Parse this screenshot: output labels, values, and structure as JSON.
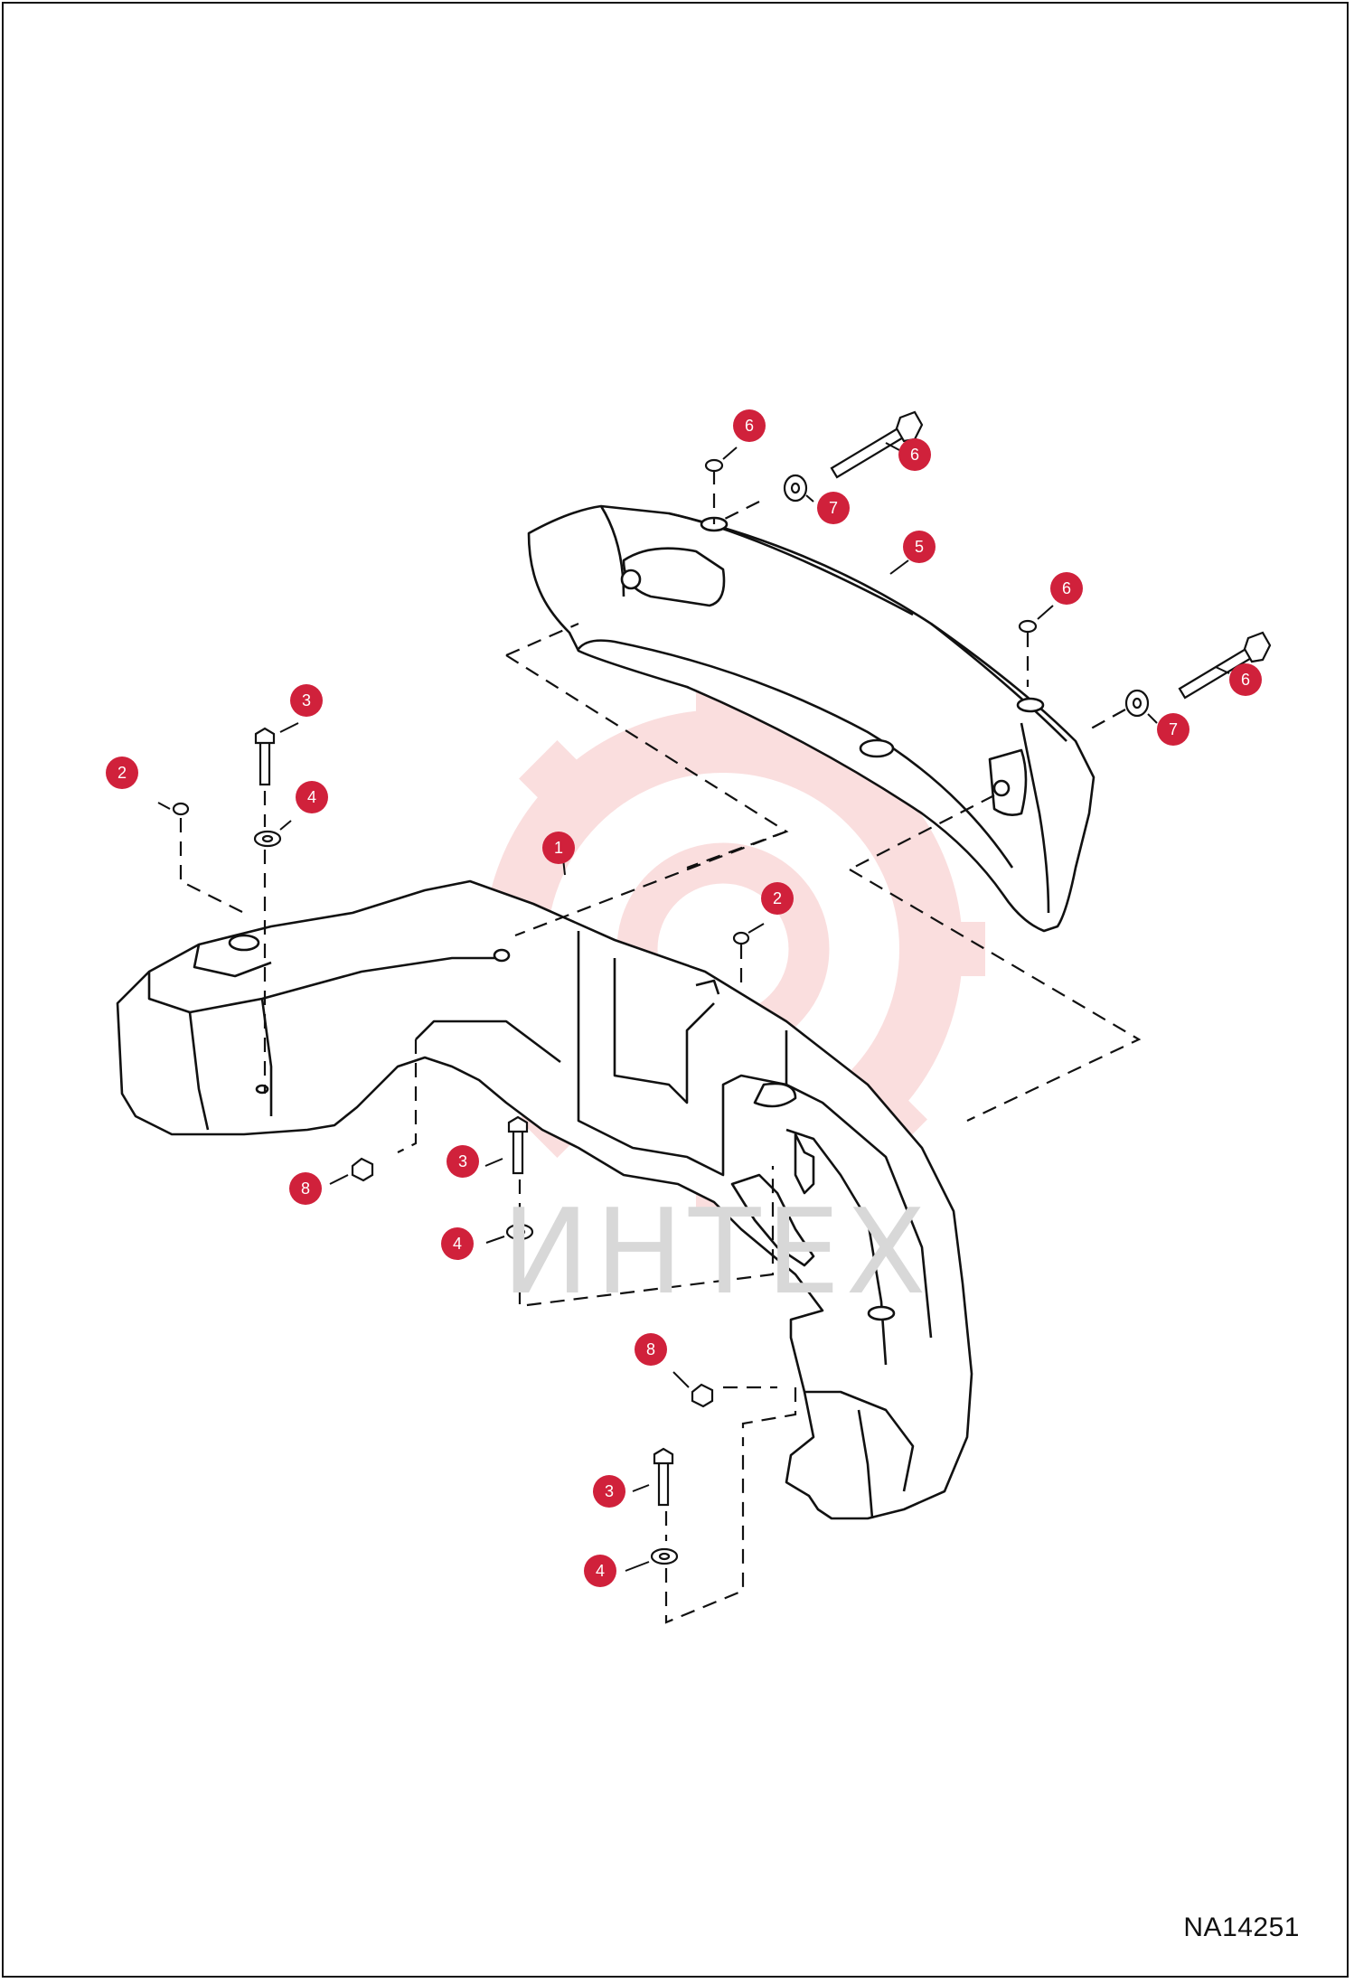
{
  "figure_id": "NA14251",
  "watermark": {
    "text": "ИНТЕХ",
    "color": "#d0d0d0",
    "gear_color": "#f4b8b8"
  },
  "callout_color": "#d0213b",
  "callouts": [
    {
      "id": "c1",
      "label": "1"
    },
    {
      "id": "c2a",
      "label": "2"
    },
    {
      "id": "c2b",
      "label": "2"
    },
    {
      "id": "c3a",
      "label": "3"
    },
    {
      "id": "c3b",
      "label": "3"
    },
    {
      "id": "c3c",
      "label": "3"
    },
    {
      "id": "c4a",
      "label": "4"
    },
    {
      "id": "c4b",
      "label": "4"
    },
    {
      "id": "c4c",
      "label": "4"
    },
    {
      "id": "c5",
      "label": "5"
    },
    {
      "id": "c6a",
      "label": "6"
    },
    {
      "id": "c6b",
      "label": "6"
    },
    {
      "id": "c6c",
      "label": "6"
    },
    {
      "id": "c6d",
      "label": "6"
    },
    {
      "id": "c7a",
      "label": "7"
    },
    {
      "id": "c7b",
      "label": "7"
    },
    {
      "id": "c8a",
      "label": "8"
    },
    {
      "id": "c8b",
      "label": "8"
    }
  ]
}
